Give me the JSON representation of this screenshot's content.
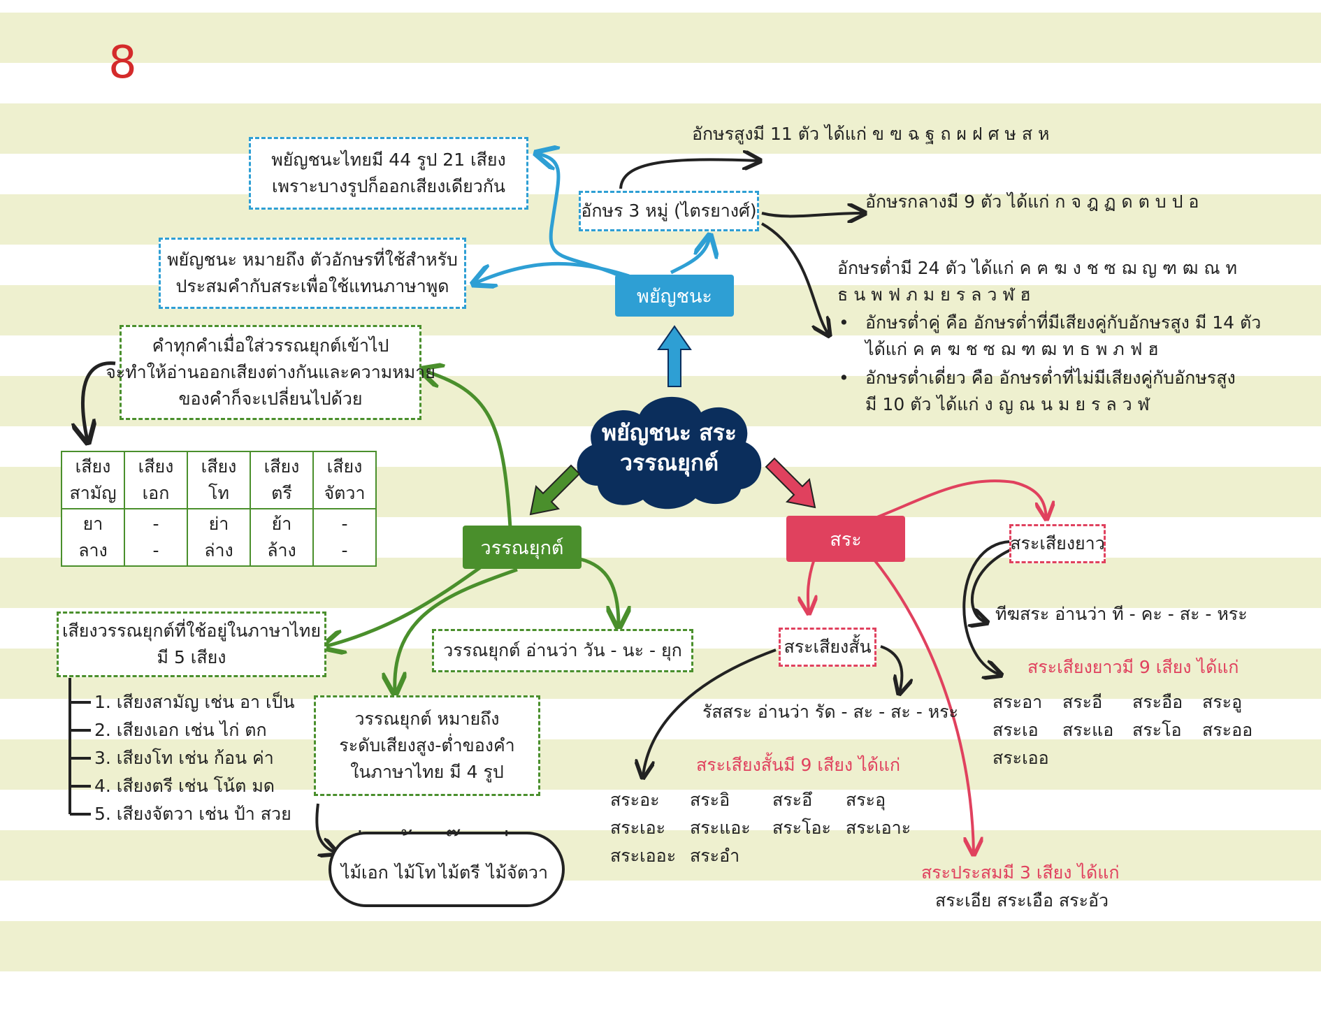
{
  "page_number": "8",
  "center": {
    "line1": "พยัญชนะ สระ",
    "line2": "วรรณยุกต์"
  },
  "labels": {
    "consonant": "พยัญชนะ",
    "vowel": "สระ",
    "tone": "วรรณยุกต์"
  },
  "consonant_branch": {
    "box1": [
      "พยัญชนะไทยมี 44 รูป 21 เสียง",
      "เพราะบางรูปก็ออกเสียงเดียวกัน"
    ],
    "box2": [
      "พยัญชนะ หมายถึง ตัวอักษรที่ใช้สำหรับ",
      "ประสมคำกับสระเพื่อใช้แทนภาษาพูด"
    ],
    "three_groups": "อักษร 3 หมู่ (ไตรยางศ์)",
    "high": "อักษรสูงมี 11 ตัว ได้แก่ ข ฃ ฉ ฐ ถ ผ ฝ ศ ษ ส ห",
    "middle": "อักษรกลางมี 9 ตัว ได้แก่ ก จ ฎ ฏ ด ต บ ป อ",
    "low_lines": [
      "อักษรต่ำมี 24 ตัว ได้แก่ ค ฅ ฆ ง ช ซ ฌ ญ ฑ ฒ ณ ท",
      "ธ น พ ฟ ภ ม ย ร ล ว ฬ ฮ"
    ],
    "low_pair": [
      "อักษรต่ำคู่ คือ อักษรต่ำที่มีเสียงคู่กับอักษรสูง มี 14 ตัว",
      "ได้แก่ ค ฅ ฆ ช ซ ฌ ฑ ฒ ท ธ พ ภ ฟ ฮ"
    ],
    "low_single": [
      "อักษรต่ำเดี่ยว คือ อักษรต่ำที่ไม่มีเสียงคู่กับอักษรสูง",
      "มี 10 ตัว ได้แก่ ง ญ ณ น ม ย ร ล ว ฬ"
    ],
    "bullet": "•"
  },
  "tone_branch": {
    "meaning_box": [
      "คำทุกคำเมื่อใส่วรรณยุกต์เข้าไป",
      "จะทำให้อ่านออกเสียงต่างกันและความหมาย",
      "ของคำก็จะเปลี่ยนไปด้วย"
    ],
    "table_headers": [
      [
        "เสียง",
        "สามัญ"
      ],
      [
        "เสียง",
        "เอก"
      ],
      [
        "เสียง",
        "โท"
      ],
      [
        "เสียง",
        "ตรี"
      ],
      [
        "เสียง",
        "จัตวา"
      ]
    ],
    "table_rows": [
      [
        "ยา",
        "-",
        "ย่า",
        "ย้า",
        "-"
      ],
      [
        "ลาง",
        "-",
        "ล่าง",
        "ล้าง",
        "-"
      ]
    ],
    "five_tones_box": [
      "เสียงวรรณยุกต์ที่ใช้อยู่ในภาษาไทย",
      "มี 5 เสียง"
    ],
    "tone_list": [
      "1. เสียงสามัญ เช่น อา เป็น",
      "2. เสียงเอก เช่น ไก่ ตก",
      "3. เสียงโท เช่น ก้อน ค่า",
      "4. เสียงตรี เช่น โน้ต มด",
      "5. เสียงจัตวา เช่น ป้า สวย"
    ],
    "reading": "วรรณยุกต์ อ่านว่า วัน - นะ - ยุก",
    "definition_box": [
      "วรรณยุกต์ หมายถึง",
      "ระดับเสียงสูง-ต่ำของคำ",
      "ในภาษาไทย มี 4 รูป"
    ],
    "marks": [
      {
        "glyph": "่",
        "name": "ไม้เอก"
      },
      {
        "glyph": "้",
        "name": "ไม้โท"
      },
      {
        "glyph": "๊",
        "name": "ไม้ตรี"
      },
      {
        "glyph": "๋",
        "name": "ไม้จัตวา"
      }
    ]
  },
  "vowel_branch": {
    "long_label": "สระเสียงยาว",
    "long_reading": "ทีฆสระ อ่านว่า ที - คะ - สะ - หระ",
    "long_title": "สระเสียงยาวมี 9 เสียง ได้แก่",
    "long_grid": [
      [
        "สระอา",
        "สระอี",
        "สระอือ",
        "สระอู"
      ],
      [
        "สระเอ",
        "สระแอ",
        "สระโอ",
        "สระออ"
      ],
      [
        "สระเออ",
        "",
        "",
        ""
      ]
    ],
    "short_label": "สระเสียงสั้น",
    "short_reading": "รัสสระ อ่านว่า รัด - สะ - สะ - หระ",
    "short_title": "สระเสียงสั้นมี 9 เสียง ได้แก่",
    "short_grid": [
      [
        "สระอะ",
        "สระอิ",
        "สระอึ",
        "สระอุ"
      ],
      [
        "สระเอะ",
        "สระแอะ",
        "สระโอะ",
        "สระเอาะ"
      ],
      [
        "สระเออะ",
        "สระอำ",
        "",
        ""
      ]
    ],
    "mixed_title": "สระประสมมี 3 เสียง ได้แก่",
    "mixed_list": "สระเอีย สระเอือ สระอัว"
  },
  "colors": {
    "blue": "#2e9fd4",
    "green": "#4a8f2c",
    "red": "#e0415e",
    "navy": "#0b2e5c",
    "stripe": "#eef0cf",
    "page_number": "#d42b2b"
  },
  "icons": [
    "arrow-up-icon",
    "arrow-down-left-icon",
    "arrow-down-right-icon",
    "cloud-shape"
  ]
}
